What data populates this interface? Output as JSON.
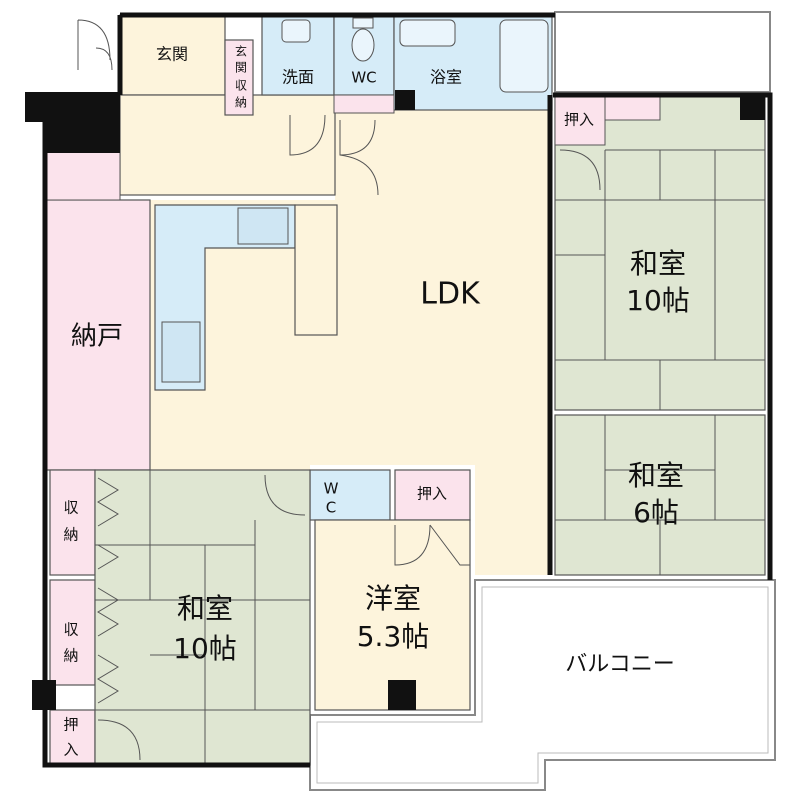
{
  "colors": {
    "wall": "#111111",
    "ldk": "#fdf4dc",
    "washi": "#dfe6d2",
    "pink": "#fbe3ec",
    "blue": "#d6ecf8",
    "balcony": "#ffffff",
    "line": "#555555"
  },
  "labels": {
    "genkan": "玄関",
    "genkan_shuno_1": "玄",
    "genkan_shuno_2": "関",
    "genkan_shuno_3": "収",
    "genkan_shuno_4": "納",
    "senmen": "洗面",
    "wc_top": "WC",
    "yokushitsu": "浴室",
    "ldk": "LDK",
    "nando": "納戸",
    "oshiire_ne": "押入",
    "washitsu10_ne_1": "和室",
    "washitsu10_ne_2": "10帖",
    "washitsu6_1": "和室",
    "washitsu6_2": "6帖",
    "wc_mid_1": "W",
    "wc_mid_2": "C",
    "oshiire_mid": "押入",
    "shuno_1a": "収",
    "shuno_1b": "納",
    "shuno_2a": "収",
    "shuno_2b": "納",
    "washitsu10_sw_1": "和室",
    "washitsu10_sw_2": "10帖",
    "youshitsu_1": "洋室",
    "youshitsu_2": "5.3帖",
    "oshiire_sw_1": "押",
    "oshiire_sw_2": "入",
    "balcony": "バルコニー"
  }
}
